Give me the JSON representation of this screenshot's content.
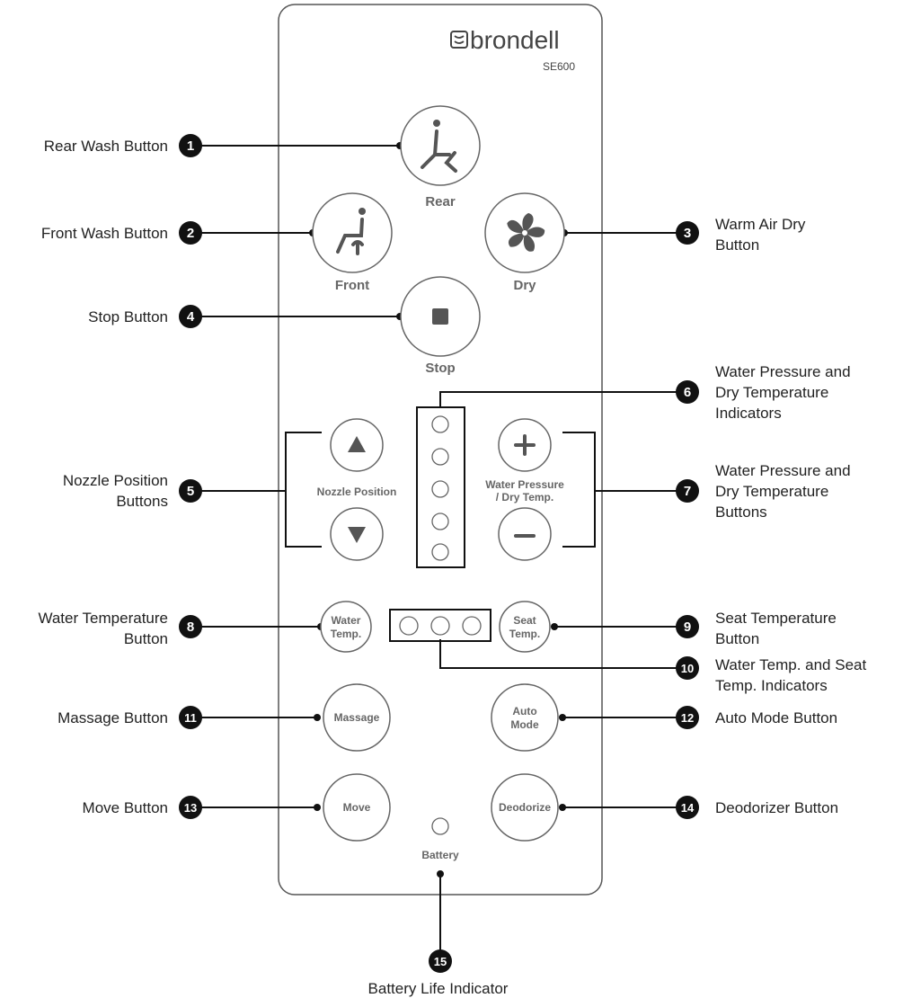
{
  "brand": {
    "name": "brondell",
    "model": "SE600"
  },
  "buttons": {
    "rear": "Rear",
    "front": "Front",
    "dry": "Dry",
    "stop": "Stop",
    "nozzle_position": "Nozzle Position",
    "water_pressure_line1": "Water Pressure",
    "water_pressure_line2": "/ Dry Temp.",
    "water_temp_line1": "Water",
    "water_temp_line2": "Temp.",
    "seat_temp_line1": "Seat",
    "seat_temp_line2": "Temp.",
    "massage": "Massage",
    "auto_line1": "Auto",
    "auto_line2": "Mode",
    "move": "Move",
    "deodorize": "Deodorize",
    "battery": "Battery"
  },
  "callouts": [
    {
      "num": "1",
      "text": "Rear Wash Button"
    },
    {
      "num": "2",
      "text": "Front Wash Button"
    },
    {
      "num": "3",
      "text": "Warm Air Dry\nButton"
    },
    {
      "num": "4",
      "text": "Stop Button"
    },
    {
      "num": "5",
      "text": "Nozzle Position\nButtons"
    },
    {
      "num": "6",
      "text": "Water Pressure and\nDry Temperature\nIndicators"
    },
    {
      "num": "7",
      "text": "Water Pressure and\nDry Temperature\nButtons"
    },
    {
      "num": "8",
      "text": "Water Temperature\nButton"
    },
    {
      "num": "9",
      "text": "Seat Temperature\nButton"
    },
    {
      "num": "10",
      "text": "Water Temp. and Seat\nTemp. Indicators"
    },
    {
      "num": "11",
      "text": "Massage Button"
    },
    {
      "num": "12",
      "text": "Auto Mode Button"
    },
    {
      "num": "13",
      "text": "Move Button"
    },
    {
      "num": "14",
      "text": "Deodorizer Button"
    },
    {
      "num": "15",
      "text": "Battery Life Indicator"
    }
  ],
  "icons": {
    "rear": "rear-wash-icon",
    "front": "front-wash-icon",
    "dry": "fan-icon",
    "stop": "stop-square-icon",
    "up": "triangle-up-icon",
    "down": "triangle-down-icon",
    "plus": "plus-icon",
    "minus": "minus-icon"
  },
  "colors": {
    "ink": "#222222",
    "button_stroke": "#666666",
    "panel_stroke": "#555555",
    "icon": "#555555"
  }
}
